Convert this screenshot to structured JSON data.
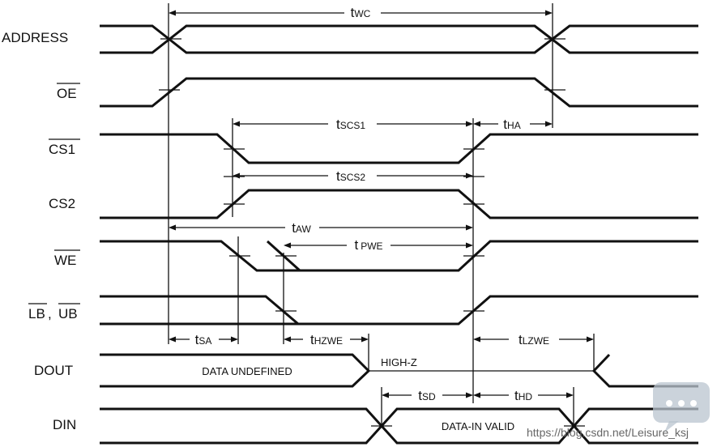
{
  "signals": {
    "address": "ADDRESS",
    "oe": "OE",
    "cs1": "CS1",
    "cs2": "CS2",
    "we": "WE",
    "lb": "LB",
    "comma": ",",
    "ub": "UB",
    "dout": "DOUT",
    "din": "DIN"
  },
  "timings": {
    "twc": {
      "t": "t",
      "sub": "WC"
    },
    "tscs1": {
      "t": "t",
      "sub": "SCS1"
    },
    "tha": {
      "t": "t",
      "sub": "HA"
    },
    "tscs2": {
      "t": "t",
      "sub": "SCS2"
    },
    "taw": {
      "t": "t",
      "sub": "AW"
    },
    "tpwe": {
      "t": "t",
      "sub": "PWE"
    },
    "tsa": {
      "t": "t",
      "sub": "SA"
    },
    "thzwe": {
      "t": "t",
      "sub": "HZWE"
    },
    "tlzwe": {
      "t": "t",
      "sub": "LZWE"
    },
    "tsd": {
      "t": "t",
      "sub": "SD"
    },
    "thd": {
      "t": "t",
      "sub": "HD"
    }
  },
  "annotations": {
    "data_undefined": "DATA UNDEFINED",
    "high_z": "HIGH-Z",
    "data_in_valid": "DATA-IN VALID"
  },
  "watermark": "https://blog.csdn.net/Leisure_ksj",
  "colors": {
    "ink": "#111111",
    "background": "#ffffff",
    "watermark_icon": "#b9c4cf"
  }
}
